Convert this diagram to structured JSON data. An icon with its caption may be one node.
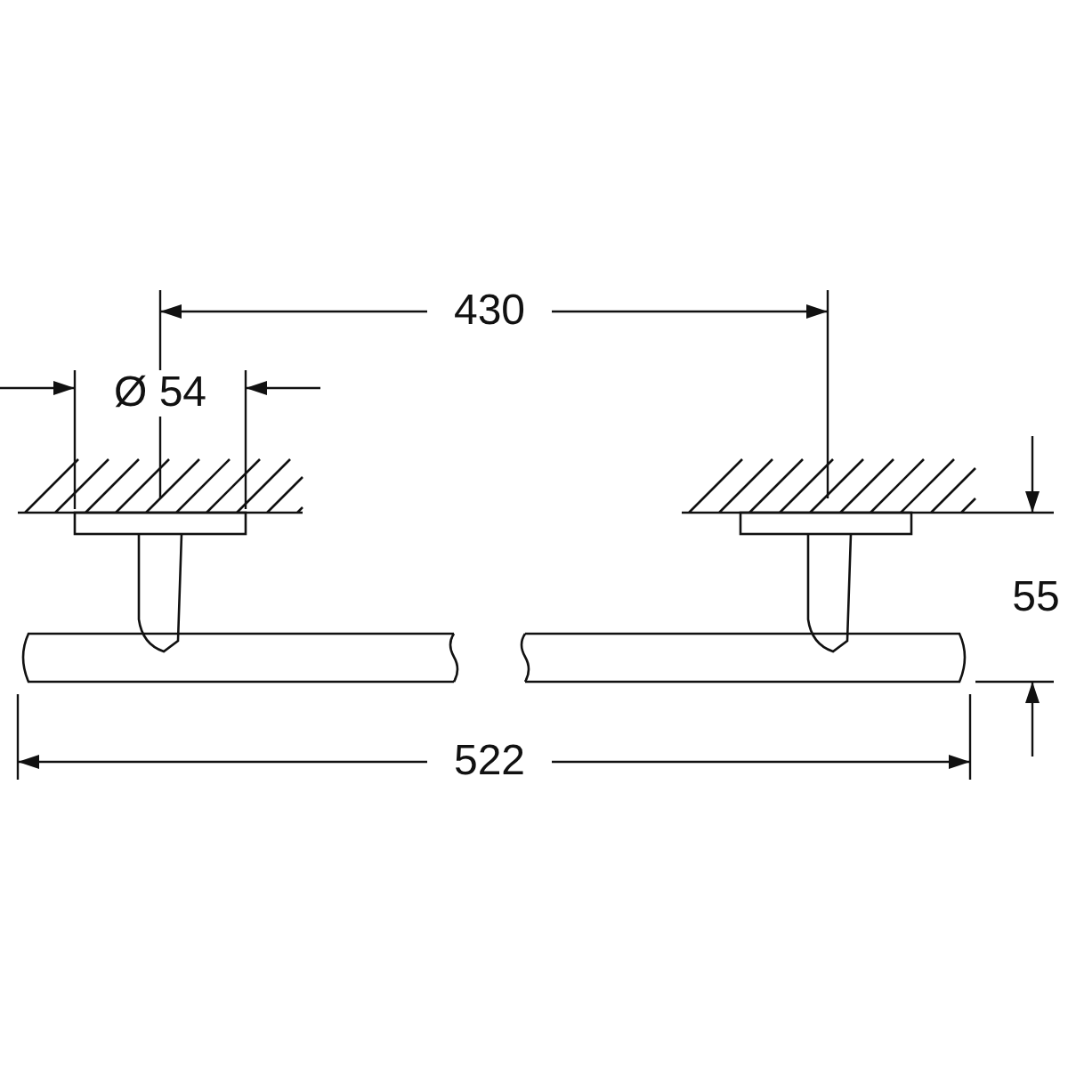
{
  "diagram": {
    "labels": [
      "430",
      "Ø 54",
      "55",
      "522"
    ]
  }
}
